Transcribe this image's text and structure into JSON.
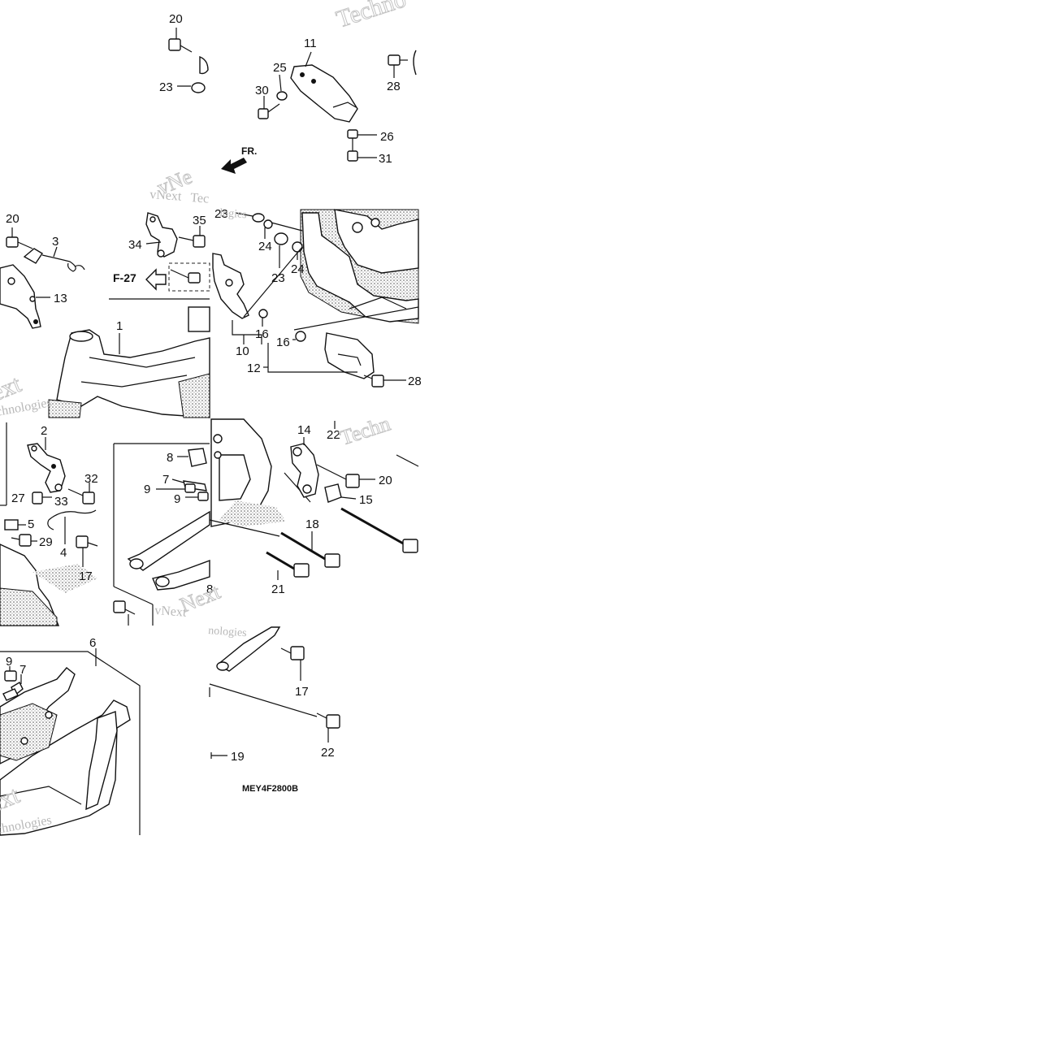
{
  "diagram_code": "MEY4F2800B",
  "direction_label": "FR.",
  "reference_label": "F-27",
  "watermarks": {
    "brand": "vNext",
    "brand_short": "Next",
    "company": "Technologies",
    "company_fragment_a": "Techno",
    "company_fragment_b": "chnologies",
    "company_fragment_c": "Tec",
    "company_fragment_d": "nologies",
    "company_fragment_e": "logies",
    "company_fragment_f": "vNe",
    "company_fragment_g": "ext",
    "company_fragment_h": "Techn"
  },
  "labels": {
    "n1": "1",
    "n2": "2",
    "n3": "3",
    "n4": "4",
    "n5": "5",
    "n6": "6",
    "n7a": "7",
    "n7b": "7",
    "n8": "8",
    "n9a": "9",
    "n9b": "9",
    "n9c": "9",
    "n10": "10",
    "n11": "11",
    "n12": "12",
    "n13": "13",
    "n14": "14",
    "n15": "15",
    "n16a": "16",
    "n16b": "16",
    "n17a": "17",
    "n17b": "17",
    "n18": "18",
    "n19": "19",
    "n20a": "20",
    "n20b": "20",
    "n20c": "20",
    "n21": "21",
    "n22a": "22",
    "n22b": "22",
    "n23a": "23",
    "n23b": "23",
    "n23c": "23",
    "n24a": "24",
    "n24b": "24",
    "n25": "25",
    "n26": "26",
    "n27": "27",
    "n28a": "28",
    "n28b": "28",
    "n29": "29",
    "n30": "30",
    "n31": "31",
    "n32": "32",
    "n33": "33",
    "n34": "34",
    "n35": "35"
  }
}
